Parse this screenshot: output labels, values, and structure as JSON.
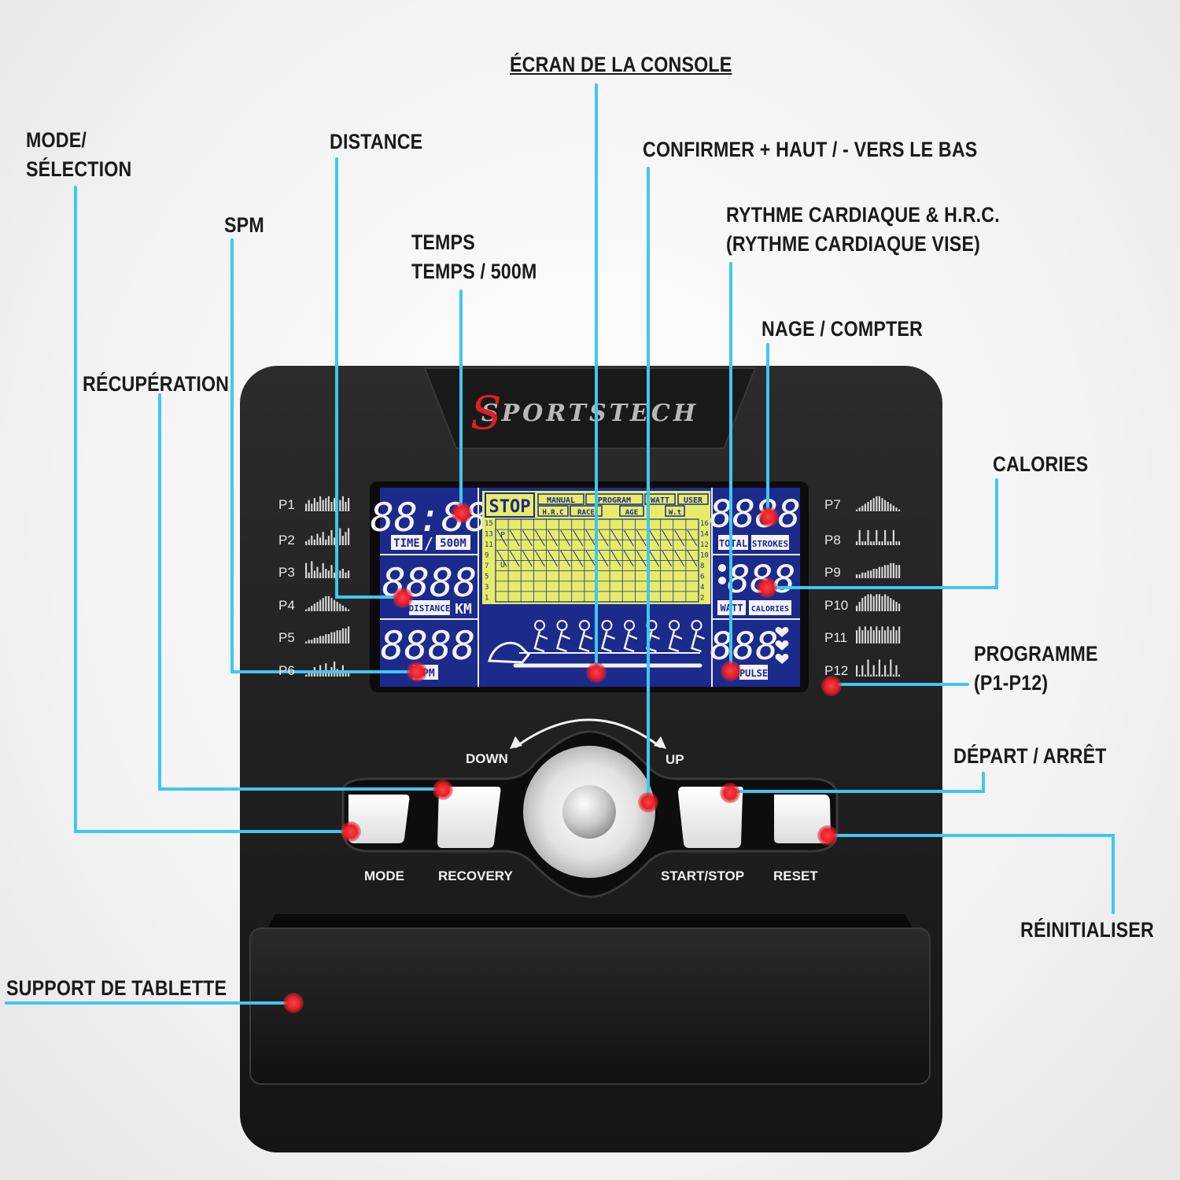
{
  "callouts": {
    "ecran_console": "ÉCRAN DE LA CONSOLE",
    "mode_selection": [
      "MODE/",
      "SÉLECTION"
    ],
    "distance": "DISTANCE",
    "confirmer": "CONFIRMER + HAUT / - VERS LE BAS",
    "spm": "SPM",
    "temps": [
      "TEMPS",
      "TEMPS / 500M"
    ],
    "rythme": [
      "RYTHME CARDIAQUE & H.R.C.",
      "(RYTHME CARDIAQUE VISE)"
    ],
    "nage": "NAGE / COMPTER",
    "recuperation": "RÉCUPÉRATION",
    "calories": "CALORIES",
    "programme": [
      "PROGRAMME",
      "(P1-P12)"
    ],
    "depart": "DÉPART / ARRÊT",
    "reinitialiser": "RÉINITIALISER",
    "support": "SUPPORT DE TABLETTE"
  },
  "console": {
    "brand": "SPORTSTECH",
    "programs_left": [
      "P1",
      "P2",
      "P3",
      "P4",
      "P5",
      "P6"
    ],
    "programs_right": [
      "P7",
      "P8",
      "P9",
      "P10",
      "P11",
      "P12"
    ],
    "dial_down": "DOWN",
    "dial_up": "UP",
    "buttons": {
      "mode": "MODE",
      "recovery": "RECOVERY",
      "start_stop": "START/STOP",
      "reset": "RESET"
    }
  },
  "lcd": {
    "time_digits": "88:88",
    "time_label": "TIME",
    "slash": "/",
    "label_500m": "500M",
    "distance_digits": "8888",
    "distance_label": "DISTANCE",
    "km_label": "KM",
    "spm_digits": "8888",
    "spm_label": "SPM",
    "stop_label": "STOP",
    "tags_row1": [
      "MANUAL",
      "PROGRAM",
      "WATT",
      "USER"
    ],
    "tags_row2": [
      "H.R.C",
      "RACE",
      "AGE",
      "W.t"
    ],
    "grid_left_scale": [
      "15",
      "13",
      "11",
      "9",
      "7",
      "5",
      "3",
      "1"
    ],
    "grid_right_scale": [
      "16",
      "14",
      "12",
      "10",
      "8",
      "6",
      "4",
      "2"
    ],
    "grid_p": "P",
    "grid_u": "U",
    "strokes_digits": "8888",
    "total_label": "TOTAL",
    "strokes_label": "STROKES",
    "watt_digits": "888",
    "watt_label": "WATT",
    "calories_label": "CALORIES",
    "pulse_digits": "888",
    "pulse_label": "PULSE"
  },
  "colors": {
    "callout_line": "#3ec8f0",
    "marker": "#e8202a",
    "lcd_blue": "#1c2a8c",
    "lcd_yellow": "#e6ec6a",
    "console_body": "#1e1e1e"
  }
}
